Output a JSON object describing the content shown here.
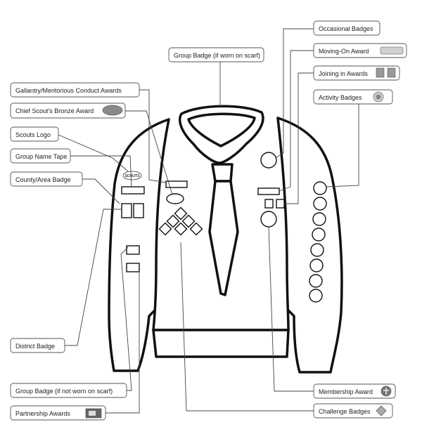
{
  "diagram": {
    "labels": {
      "occasional_badges": "Occasional Badges",
      "moving_on_award": "Moving-On Award",
      "joining_in_awards": "Joining in Awards",
      "activity_badges": "Activity Badges",
      "group_badge_scarf": "Group Badge   (if worn on scarf)",
      "gallantry_awards": "Gallantry/Meritorious Conduct Awards",
      "chief_scout_bronze": "Chief Scout's Bronze Award",
      "scouts_logo": "Scouts Logo",
      "group_name_tape": "Group Name Tape",
      "county_area_badge": "County/Area Badge",
      "district_badge": "District Badge",
      "group_badge_no_scarf": "Group Badge   (if not worn on scarf)",
      "partnership_awards": "Partnership Awards",
      "membership_award": "Membership Award",
      "challenge_badges": "Challenge Badges"
    },
    "logo_text": "SCOUTS",
    "colors": {
      "outline": "#111111",
      "box_stroke": "#555555",
      "leader": "#444444",
      "icon_gray": "#8a8a8a"
    },
    "icons": [
      "moving-on-award-icon",
      "joining-in-award-icon",
      "activity-badge-icon",
      "chief-scout-bronze-award-icon",
      "partnership-award-icon",
      "membership-award-icon",
      "challenge-badge-icon",
      "scouts-logo-icon"
    ]
  }
}
